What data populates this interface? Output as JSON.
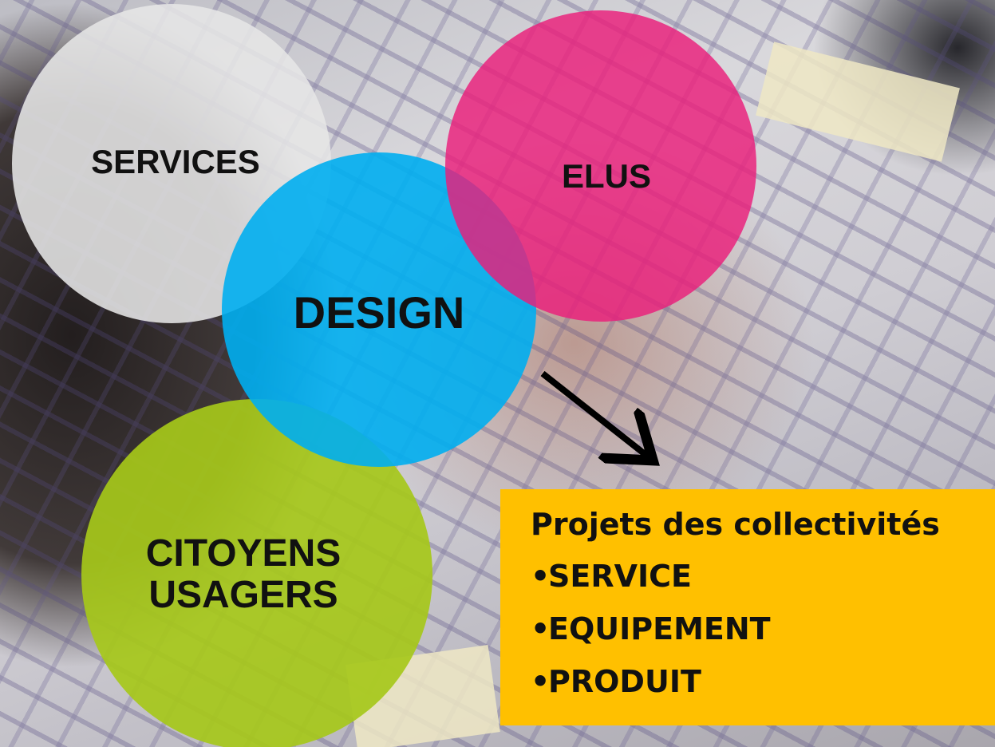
{
  "diagram": {
    "circles": [
      {
        "id": "services",
        "label": "SERVICES",
        "color": "#e6e6e6"
      },
      {
        "id": "elus",
        "label": "ELUS",
        "color": "#ea1d7a"
      },
      {
        "id": "design",
        "label": "DESIGN",
        "color": "#00aeef"
      },
      {
        "id": "citoyens",
        "label": "CITOYENS\nUSAGERS",
        "color": "#a6c81a"
      }
    ],
    "arrow_color": "#000000"
  },
  "projects": {
    "title": "Projets des collectivités",
    "bullet": "•",
    "items": [
      "SERVICE",
      "EQUIPEMENT",
      "PRODUIT"
    ],
    "background": "#ffc000"
  }
}
